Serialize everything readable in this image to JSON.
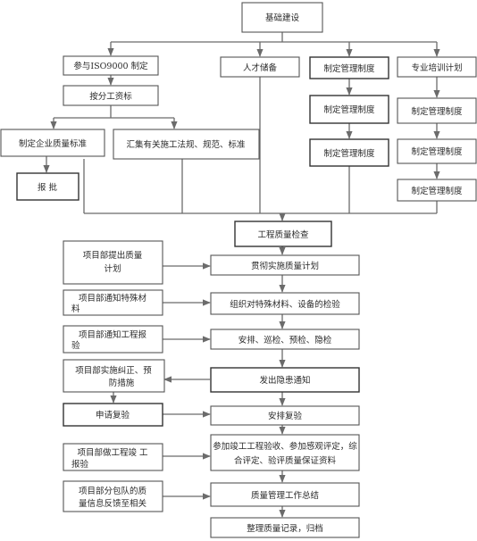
{
  "colors": {
    "line": "#6b6b6b",
    "box_border": "#555555",
    "text": "#2a2a2a",
    "background": "#ffffff"
  },
  "nodes": {
    "foundation": "基础建设",
    "iso9000": "参与ISO9000 制定",
    "talent": "人才储备",
    "mgmt_system": "制定管理制度",
    "training": "专业培训计划",
    "wage": "按分工资标",
    "quality_std": "制定企业质量标准",
    "regulations": "汇集有关施工法规、规范、标准",
    "approve": "报  批",
    "mgmt_1": "制定管理制度",
    "mgmt_2": "制定管理制度",
    "train_1": "制定管理制度",
    "train_2": "制定管理制度",
    "train_3": "制定管理制度",
    "inspection": "工程质量检查",
    "plan_left_1": "项目部提出质量",
    "plan_left_2": "计划",
    "plan_center": "贯彻实施质量计划",
    "notify_left_1": "项目部通知特殊材",
    "notify_left_2": "料",
    "notify_center": "组织对特殊材料、设备的检验",
    "report_left_1": "项目部通知工程报",
    "report_left_2": "验",
    "report_center": "安排、巡检、预检、隐检",
    "correct_left_1": "项目部实施纠正、预",
    "correct_left_2": "防措施",
    "correct_center": "发出隐患通知",
    "recheck_left": "申请复验",
    "recheck_center": "安排复验",
    "completion_left_1": "项目部做工程竣 工",
    "completion_left_2": "报验",
    "completion_center_1": "参加竣工工程验收、参加感观评定，综",
    "completion_center_2": "合评定、验评质量保证资料",
    "feedback_left_1": "项目部分包队的质",
    "feedback_left_2": "量信息反馈至相关",
    "summary_center": "质量管理工作总结",
    "records_center": "整理质量记录，归档"
  }
}
